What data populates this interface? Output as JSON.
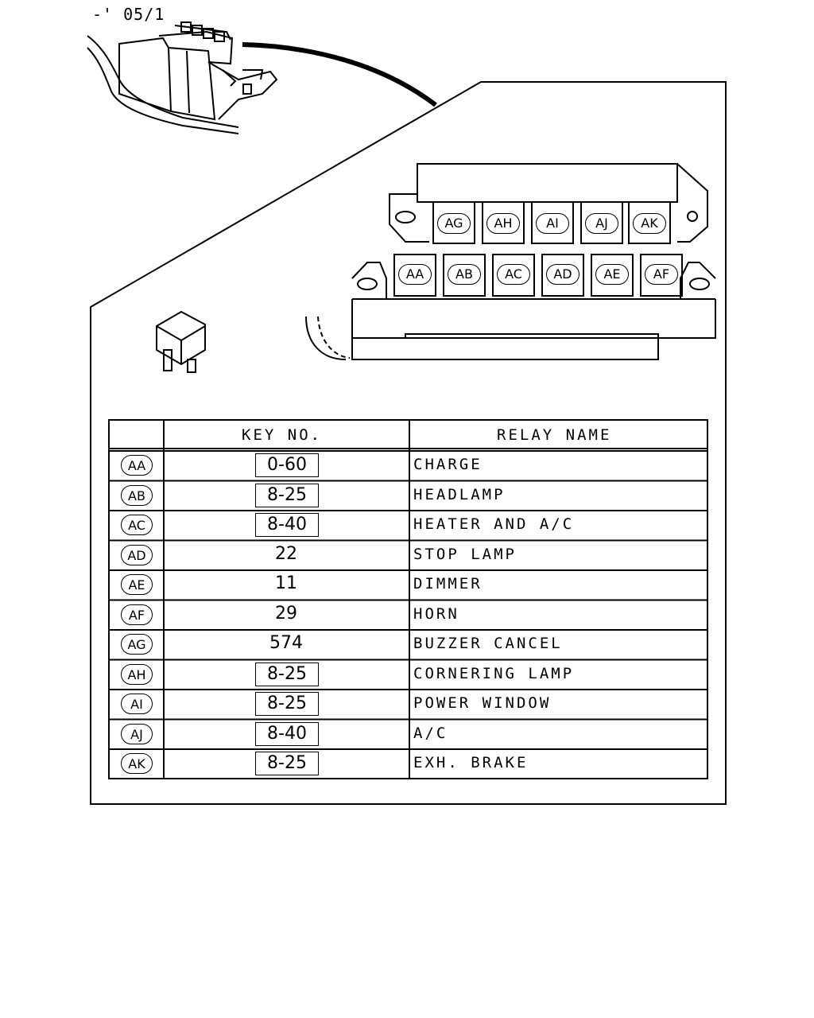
{
  "header": {
    "date_code": "-' 05/1"
  },
  "table": {
    "col_key": "KEY NO.",
    "col_name": "RELAY NAME",
    "rows": [
      {
        "id": "AA",
        "key": "0-60",
        "boxed": true,
        "name": "CHARGE"
      },
      {
        "id": "AB",
        "key": "8-25",
        "boxed": true,
        "name": "HEADLAMP"
      },
      {
        "id": "AC",
        "key": "8-40",
        "boxed": true,
        "name": "HEATER AND A/C"
      },
      {
        "id": "AD",
        "key": "22",
        "boxed": false,
        "name": "STOP LAMP"
      },
      {
        "id": "AE",
        "key": "11",
        "boxed": false,
        "name": "DIMMER"
      },
      {
        "id": "AF",
        "key": "29",
        "boxed": false,
        "name": "HORN"
      },
      {
        "id": "AG",
        "key": "574",
        "boxed": false,
        "name": "BUZZER CANCEL"
      },
      {
        "id": "AH",
        "key": "8-25",
        "boxed": true,
        "name": "CORNERING LAMP"
      },
      {
        "id": "AI",
        "key": "8-25",
        "boxed": true,
        "name": "POWER WINDOW"
      },
      {
        "id": "AJ",
        "key": "8-40",
        "boxed": true,
        "name": "A/C"
      },
      {
        "id": "AK",
        "key": "8-25",
        "boxed": true,
        "name": "EXH. BRAKE"
      }
    ]
  },
  "relay_block": {
    "upper_slots": [
      "AG",
      "AH",
      "AI",
      "AJ",
      "AK"
    ],
    "lower_slots": [
      "AA",
      "AB",
      "AC",
      "AD",
      "AE",
      "AF"
    ]
  }
}
